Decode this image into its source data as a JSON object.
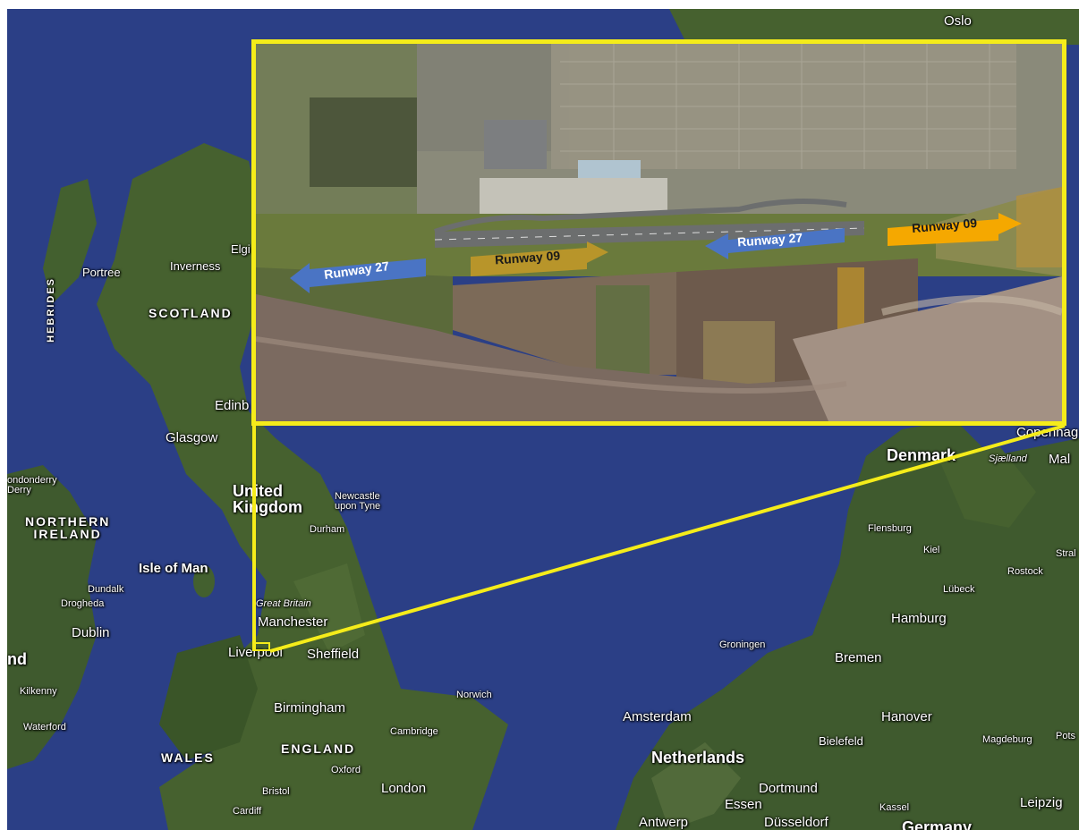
{
  "map": {
    "labels": {
      "oslo": "Oslo",
      "portree": "Portree",
      "inverness": "Inverness",
      "elgin": "Elgi",
      "hebrides": "HEBRIDES",
      "scotland": "SCOTLAND",
      "edinburgh": "Edinb",
      "glasgow": "Glasgow",
      "londonderry": "ondonderry\nDerry",
      "northern_ireland": "NORTHERN\nIRELAND",
      "united_kingdom": "United\nKingdom",
      "newcastle": "Newcastle\nupon Tyne",
      "durham": "Durham",
      "isle_of_man": "Isle of Man",
      "dundalk": "Dundalk",
      "drogheda": "Drogheda",
      "dublin": "Dublin",
      "ireland_fragment": "nd",
      "great_britain": "Great Britain",
      "manchester": "Manchester",
      "liverpool": "Liverpool",
      "sheffield": "Sheffield",
      "kilkenny": "Kilkenny",
      "waterford": "Waterford",
      "birmingham": "Birmingham",
      "norwich": "Norwich",
      "cambridge": "Cambridge",
      "wales": "WALES",
      "england": "ENGLAND",
      "oxford": "Oxford",
      "london": "London",
      "bristol": "Bristol",
      "cardiff": "Cardiff",
      "amsterdam": "Amsterdam",
      "netherlands": "Netherlands",
      "groningen": "Groningen",
      "bremen": "Bremen",
      "hamburg": "Hamburg",
      "hanover": "Hanover",
      "bielefeld": "Bielefeld",
      "magdeburg": "Magdeburg",
      "potsdam": "Pots",
      "dortmund": "Dortmund",
      "essen": "Essen",
      "dusseldorf": "Düsseldorf",
      "antwerp": "Antwerp",
      "kassel": "Kassel",
      "leipzig": "Leipzig",
      "germany_fragment": "Germany",
      "denmark": "Denmark",
      "sjaelland": "Sjælland",
      "malmo": "Mal",
      "copenhagen": "Copenhag",
      "flensburg": "Flensburg",
      "kiel": "Kiel",
      "lubeck": "Lübeck",
      "rostock": "Rostock",
      "stralsund": "Stral"
    },
    "colors": {
      "sea": "#2b3f86",
      "land": "#3f5a2e",
      "highlight": "#f5ec1a"
    }
  },
  "inset": {
    "runways": {
      "rw27_left": "Runway 27",
      "rw09_left": "Runway 09",
      "rw27_right": "Runway 27",
      "rw09_right": "Runway 09"
    },
    "colors": {
      "blue_arrow": "#4a74c4",
      "gold_arrow": "#b8952a",
      "orange_arrow": "#f5a800"
    }
  }
}
